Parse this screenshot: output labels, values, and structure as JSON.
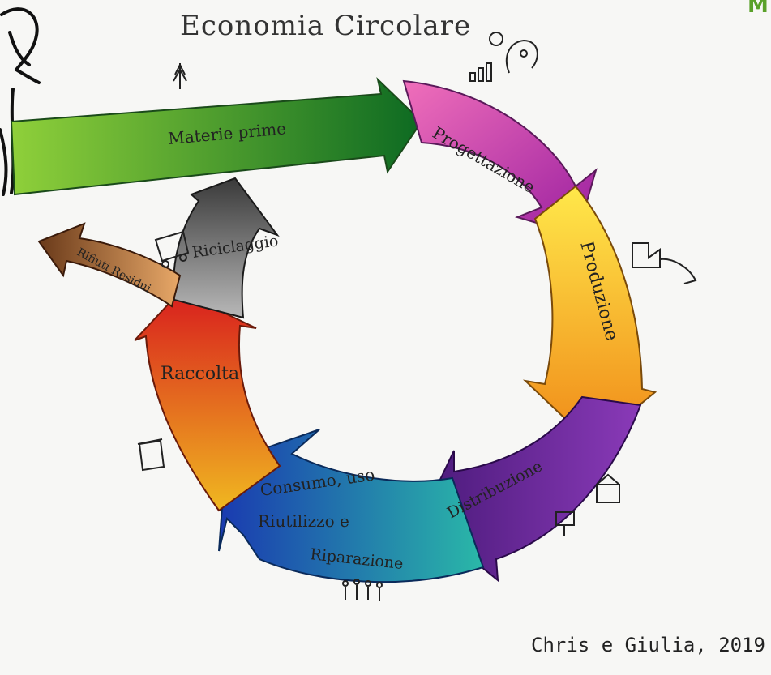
{
  "title": "Economia Circolare",
  "credit": "Chris e Giulia, 2019",
  "corner_mark": "M",
  "stages": {
    "materie_prime": "Materie prime",
    "progettazione": "Progettazione",
    "produzione": "Produzione",
    "distribuzione": "Distribuzione",
    "consumo_1": "Consumo, uso",
    "consumo_2": "Riutilizzo e",
    "consumo_3": "Riparazione",
    "raccolta": "Raccolta",
    "riciclaggio": "Riciclaggio",
    "rifiuti": "Rifiuti Residui"
  },
  "colors": {
    "materie_prime": "#2e9a2a",
    "progettazione": "#c03aa8",
    "produzione": "#f2c21a",
    "distribuzione": "#6a2a9a",
    "consumo": "#1f7fbf",
    "raccolta": "#e0421e",
    "riciclaggio": "#6e6e6e",
    "rifiuti": "#7a4a2a"
  },
  "icons": [
    "tree-icon",
    "idea-chart-icon",
    "factory-icon",
    "shop-icon",
    "people-icon",
    "bin-icon",
    "recycle-truck-icon"
  ]
}
